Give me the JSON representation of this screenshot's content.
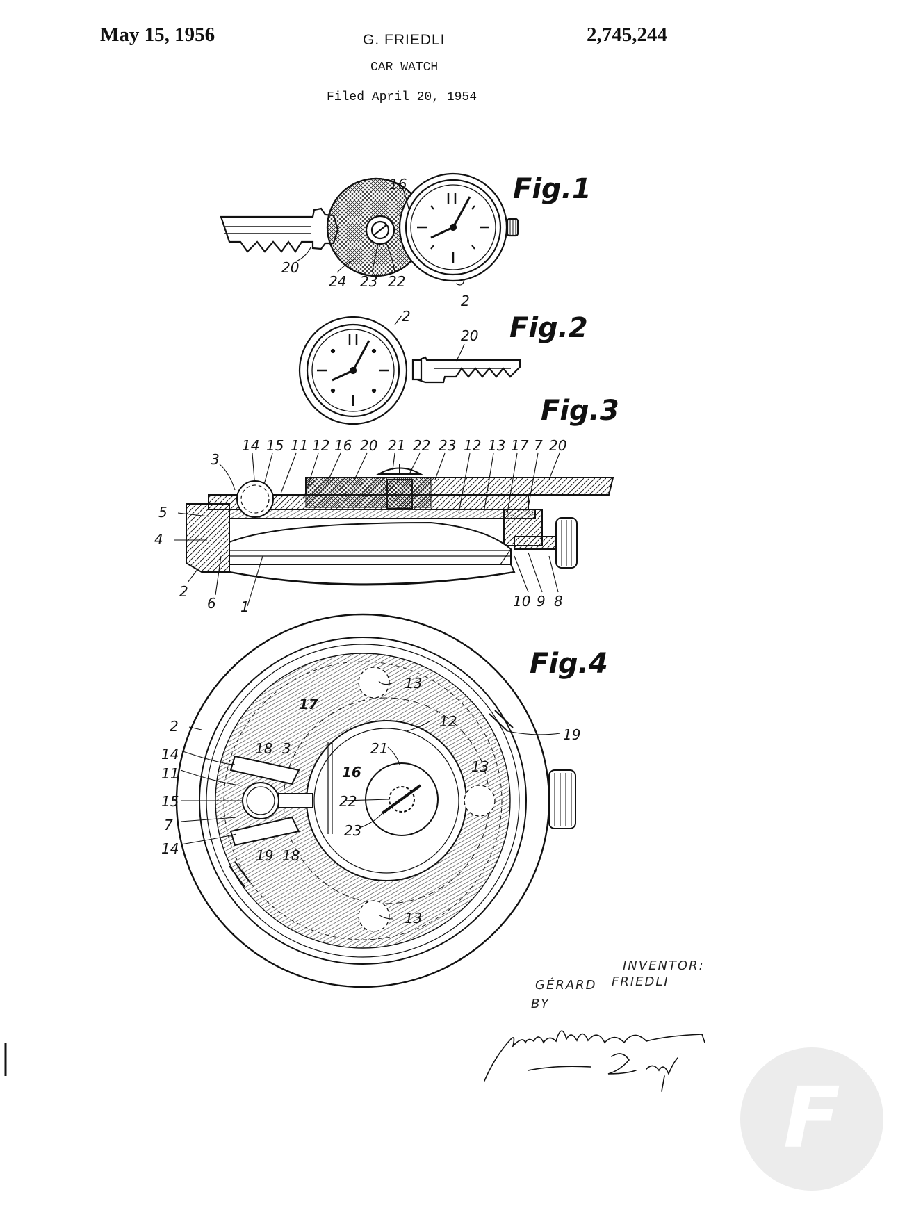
{
  "header": {
    "date": "May 15, 1956",
    "inventor_name": "G. FRIEDLI",
    "title": "CAR WATCH",
    "filed": "Filed April 20, 1954",
    "patent_number": "2,745,244"
  },
  "figures": {
    "fig1": "Fig.1",
    "fig2": "Fig.2",
    "fig3": "Fig.3",
    "fig4": "Fig.4"
  },
  "fig1_labels": {
    "l16": "16",
    "l20": "20",
    "l24": "24",
    "l23": "23",
    "l22": "22",
    "l2": "2"
  },
  "fig2_labels": {
    "l2": "2",
    "l20": "20"
  },
  "fig3_labels": {
    "top": [
      "14",
      "15",
      "11",
      "12",
      "16",
      "20",
      "21",
      "22",
      "23",
      "12",
      "13",
      "17",
      "7",
      "20"
    ],
    "l3": "3",
    "l5": "5",
    "l4": "4",
    "l2": "2",
    "l6": "6",
    "l1": "1",
    "l10": "10",
    "l9": "9",
    "l8": "8"
  },
  "fig4_labels": {
    "l13a": "13",
    "l17": "17",
    "l12": "12",
    "l19a": "19",
    "l2": "2",
    "l18a": "18",
    "l3": "3",
    "l21": "21",
    "l13b": "13",
    "l14a": "14",
    "l16": "16",
    "l11": "11",
    "l15": "15",
    "l22": "22",
    "l7": "7",
    "l23": "23",
    "l14b": "14",
    "l19b": "19",
    "l18b": "18",
    "l13c": "13"
  },
  "inventor_block": {
    "inventor_label": "INVENTOR:",
    "first_name": "GÉRARD",
    "last_name": "FRIEDLI",
    "by": "BY",
    "signature_name": "Michael S. Striker",
    "signature_suffix": "agt"
  },
  "watermark": "F",
  "colors": {
    "ink": "#111111",
    "paper": "#ffffff",
    "watermark": "#e9e9e9"
  }
}
